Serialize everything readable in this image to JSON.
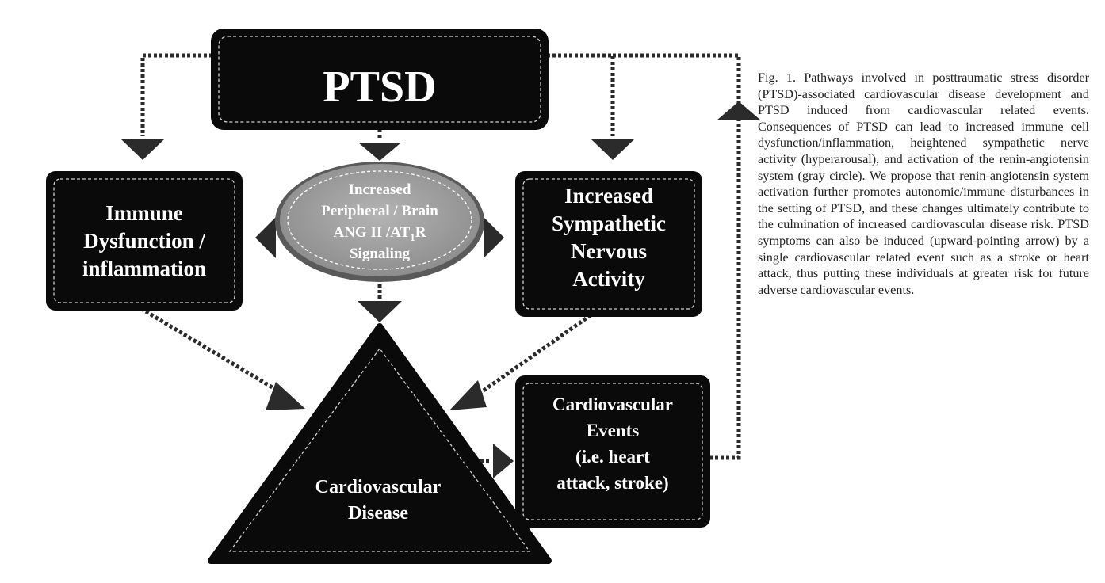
{
  "colors": {
    "box_fill": "#0a0a0a",
    "box_text": "#ffffff",
    "ellipse_fill": "#9a9a9a",
    "arrow": "#2b2b2b"
  },
  "diagram": {
    "ptsd": {
      "label": "PTSD"
    },
    "immune": {
      "lines": [
        "Immune",
        "Dysfunction /",
        "inflammation"
      ]
    },
    "ang": {
      "line1": "Increased",
      "line2": "Peripheral / Brain",
      "line3_part1": "ANG II  /AT",
      "line3_sub": "1",
      "line3_part2": "R",
      "line4": "Signaling"
    },
    "sympathetic": {
      "lines": [
        "Increased",
        "Sympathetic",
        "Nervous",
        "Activity"
      ]
    },
    "cvd": {
      "lines": [
        "Cardiovascular",
        "Disease"
      ]
    },
    "events": {
      "lines": [
        "Cardiovascular",
        "Events",
        "(i.e. heart",
        "attack, stroke)"
      ]
    }
  },
  "caption": "Fig. 1. Pathways involved in posttraumatic stress disorder (PTSD)-associated cardiovascular disease development and PTSD induced from cardiovascular related events. Consequences of PTSD can lead to increased immune cell dysfunction/inflammation, heightened sympathetic nerve activity (hyperarousal), and activation of the renin-angiotensin system (gray circle). We propose that renin-angiotensin system activation further promotes autonomic/immune disturbances in the setting of PTSD, and these changes ultimately contribute to the culmination of increased cardiovascular disease risk. PTSD symptoms can also be induced (upward-pointing arrow) by a single cardiovascular related event such as a stroke or heart attack, thus putting these individuals at greater risk for future adverse cardiovascular events."
}
